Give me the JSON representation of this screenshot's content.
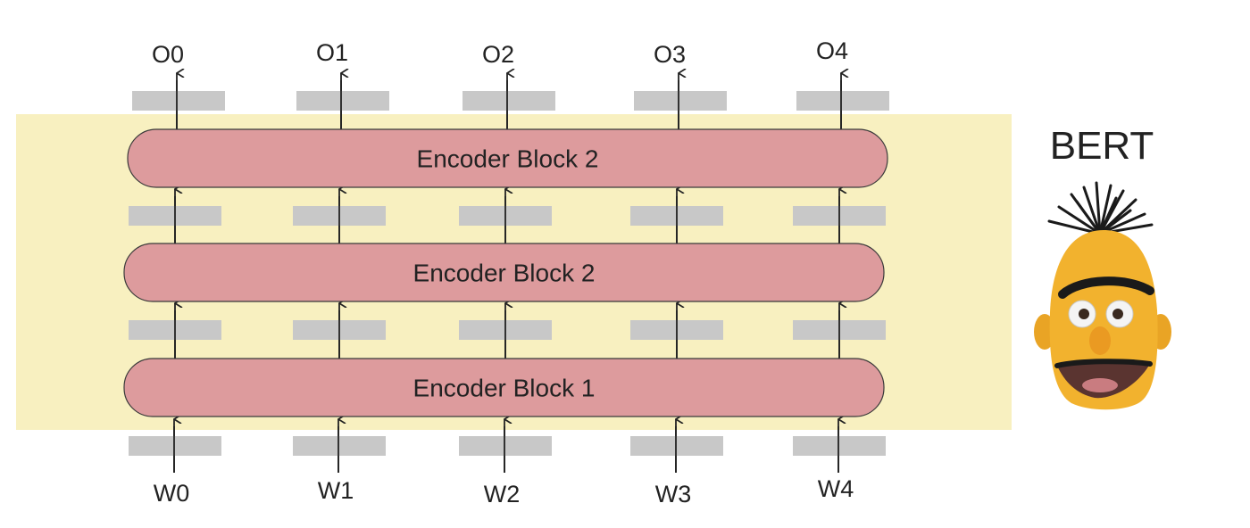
{
  "encoder_blocks": [
    {
      "label": "Encoder Block 2"
    },
    {
      "label": "Encoder Block 2"
    },
    {
      "label": "Encoder Block 1"
    }
  ],
  "outputs": [
    "O0",
    "O1",
    "O2",
    "O3",
    "O4"
  ],
  "inputs": [
    "W0",
    "W1",
    "W2",
    "W3",
    "W4"
  ],
  "model_name": "BERT",
  "colors": {
    "background_band": "#f8f0c0",
    "block_fill": "#dd9b9d",
    "block_stroke": "#3a3a3a",
    "token_bar": "#c8c8c8",
    "arrow": "#222222",
    "face": "#f2b22e",
    "hair": "#1a1a1a"
  }
}
